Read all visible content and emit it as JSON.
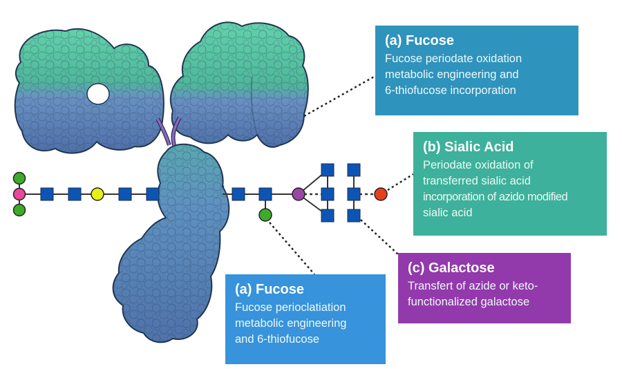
{
  "diagram": {
    "subject": "antibody glycoengineering conjugation sites",
    "colors": {
      "fab_top": "#5fcfa8",
      "fab_bottom": "#5d80b8",
      "fc": "#5f8fbf",
      "hinge": "#8a6ab8",
      "glcnac_square": "#0d55b4",
      "fucose_circle": "#3eaa2c",
      "sialic_circle_pink": "#e8489a",
      "galactose_circle_yellow": "#e6f018",
      "mannose_circle_purple": "#9a44a8",
      "modified_sugar_red": "#e8401c"
    },
    "glycan_chain": {
      "left_branch": [
        "fucose",
        "sialic-acid",
        "fucose",
        "glcnac",
        "glcnac",
        "galactose",
        "glcnac",
        "glcnac"
      ],
      "right_branch": [
        "glcnac",
        "glcnac",
        "fucose",
        "mannose",
        "glcnac-antenna-1",
        "glcnac-antenna-2",
        "modified-sugar"
      ]
    }
  },
  "callouts": {
    "fucose_top": {
      "title": "(a) Fucose",
      "lines": [
        "Fucose periodate oxidation",
        "metabolic engineering and",
        "6-thiofucose incorporation"
      ]
    },
    "sialic_acid": {
      "title": "(b) Sialic Acid",
      "lines": [
        "Periodate oxidation of",
        "transferred sialic acid",
        "incorporation of azido modified",
        "sialic acid"
      ]
    },
    "galactose": {
      "title": "(c) Galactose",
      "lines": [
        "Transfert of azide or keto-",
        "functionalized galactose"
      ]
    },
    "fucose_bottom": {
      "title": "(a) Fucose",
      "lines": [
        "Fucose perioclatiation",
        "metabolic engineering",
        "and 6-thiofucose"
      ]
    }
  }
}
